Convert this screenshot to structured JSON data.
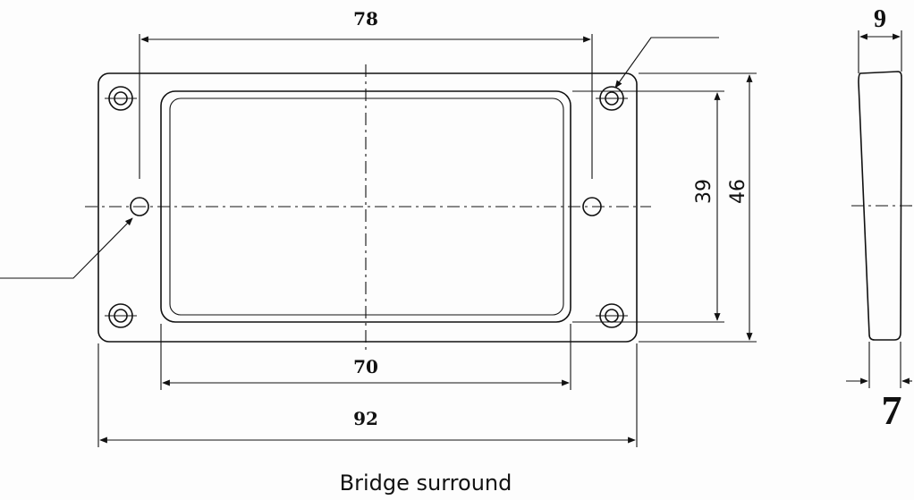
{
  "caption": "Bridge surround",
  "dimensions": {
    "top_hole_spacing": "78",
    "inner_width": "70",
    "outer_width": "92",
    "inner_height": "39",
    "outer_height": "46",
    "side_top_thickness": "9",
    "side_bottom_thickness": "7"
  }
}
